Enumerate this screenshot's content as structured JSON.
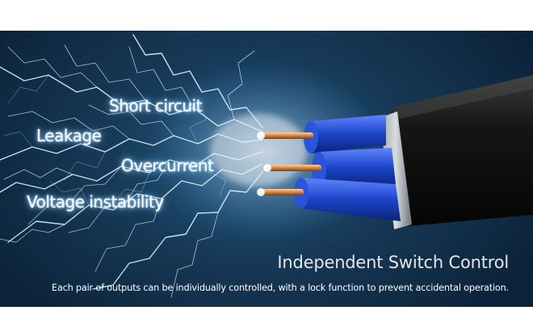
{
  "hazards": {
    "short_circuit": "Short circuit",
    "leakage": "Leakage",
    "overcurrent": "Overcurrent",
    "voltage_instability": "Voltage instability"
  },
  "feature": {
    "title": "Independent Switch Control",
    "description": "Each pair of outputs can be individually controlled, with a lock function to prevent accidental operation."
  },
  "colors": {
    "background_dark": "#0b2238",
    "background_mid": "#2d5f86",
    "lightning": "#cfeeff",
    "cable_jacket": "#1a1a1a",
    "wire_insulation": "#2a55d8",
    "copper": "#d98a4a"
  }
}
